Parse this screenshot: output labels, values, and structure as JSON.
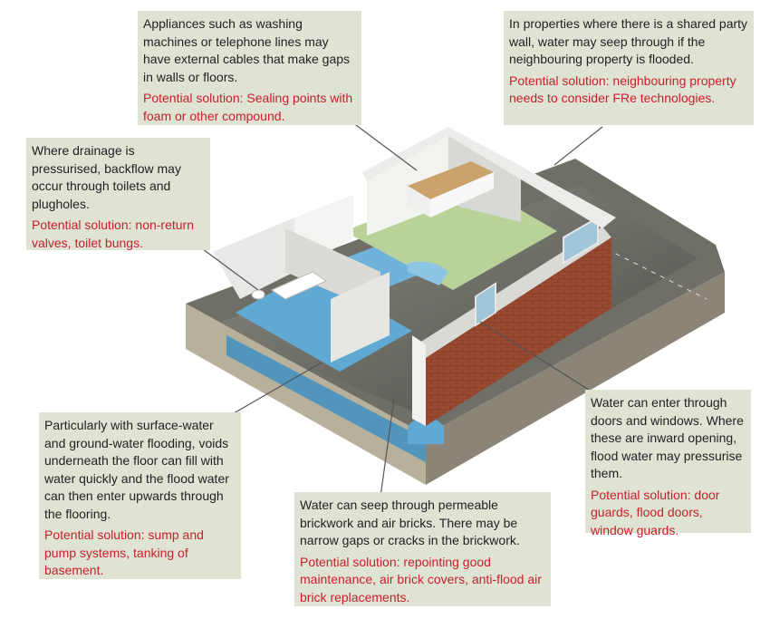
{
  "callouts": {
    "appliances": {
      "text": "Appliances such as washing machines or telephone lines may have external cables that make gaps in walls or floors.",
      "solution": "Potential solution: Sealing points with foam or other compound."
    },
    "party_wall": {
      "text": "In properties where there is a shared party wall, water may seep through if the neighbouring property is flooded.",
      "solution": "Potential solution: neighbouring property needs to consider FRe technologies."
    },
    "drainage": {
      "text": "Where drainage is pressurised, backflow may occur through toilets and plugholes.",
      "solution": "Potential solution: non-return valves, toilet bungs."
    },
    "doors_windows": {
      "text": "Water can enter through doors and windows. Where these are inward opening, flood water may pressurise them.",
      "solution": "Potential solution: door guards, flood doors, window guards."
    },
    "groundwater": {
      "text": "Particularly with surface-water and ground-water flooding, voids underneath the floor can fill with water quickly and the flood water can then enter upwards through the flooring.",
      "solution": "Potential solution: sump and pump systems, tanking of basement."
    },
    "brickwork": {
      "text": "Water can seep through permeable brickwork and air bricks. There may be narrow gaps or cracks in the brickwork.",
      "solution": "Potential solution: repointing good maintenance, air brick covers, anti-flood air brick replacements."
    }
  },
  "colors": {
    "callout_bg": "#dfe3d4",
    "solution_text": "#c8202b",
    "water": "#5fa9d3",
    "brick": "#9a4a30",
    "floor": "#b9d29a"
  }
}
